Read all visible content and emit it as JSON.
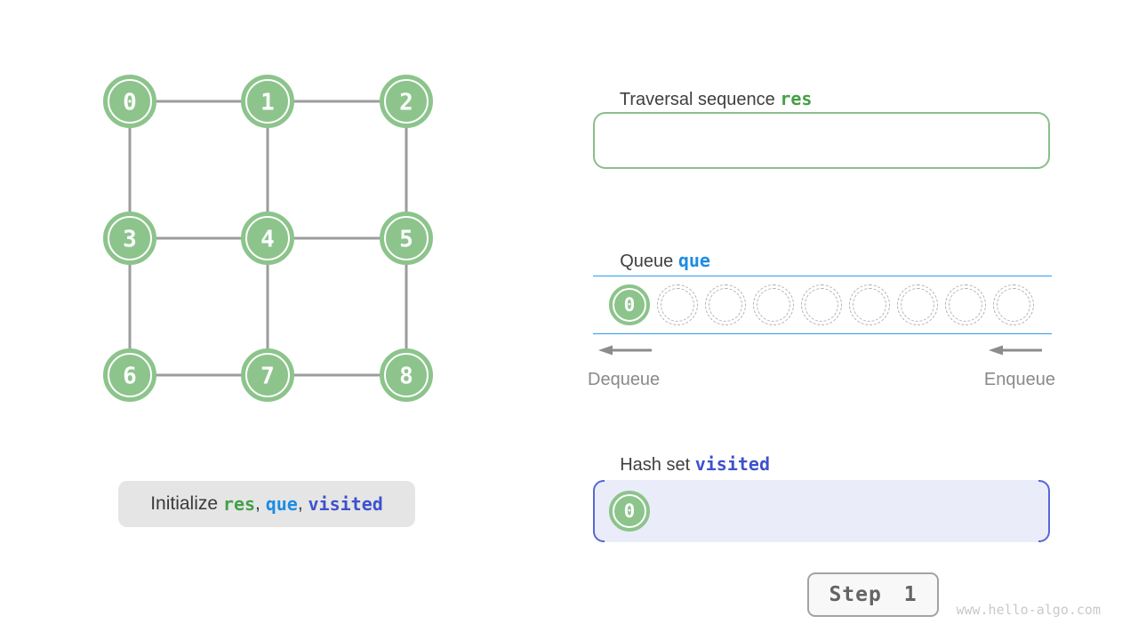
{
  "colors": {
    "node_green": "#8CC48C",
    "node_ring_white": "#FFFFFF",
    "edge_gray": "#9C9C9C",
    "code_green": "#43A047",
    "code_blue": "#1C8CE3",
    "code_indigo": "#3D52CE",
    "res_box_border": "#8BBE8B",
    "queue_line_blue": "#2D9CEA",
    "visited_bg": "#EAEDF9",
    "visited_border": "#5668D4",
    "caption_bg": "#E5E5E5",
    "muted_gray": "#8A8A8A"
  },
  "graph": {
    "grid": {
      "rows": 3,
      "cols": 3
    },
    "node_labels": [
      "0",
      "1",
      "2",
      "3",
      "4",
      "5",
      "6",
      "7",
      "8"
    ],
    "edges": [
      [
        0,
        1
      ],
      [
        1,
        2
      ],
      [
        3,
        4
      ],
      [
        4,
        5
      ],
      [
        6,
        7
      ],
      [
        7,
        8
      ],
      [
        0,
        3
      ],
      [
        3,
        6
      ],
      [
        1,
        4
      ],
      [
        4,
        7
      ],
      [
        2,
        5
      ],
      [
        5,
        8
      ]
    ]
  },
  "caption": {
    "prefix": "Initialize ",
    "separator": ", ",
    "tokens": [
      {
        "text": "res",
        "color_key": "green"
      },
      {
        "text": "que",
        "color_key": "blue"
      },
      {
        "text": "visited",
        "color_key": "indigo"
      }
    ]
  },
  "traversal": {
    "heading_prefix": "Traversal sequence ",
    "heading_code": "res",
    "items": []
  },
  "queue": {
    "heading_prefix": "Queue ",
    "heading_code": "que",
    "capacity": 9,
    "items": [
      "0"
    ],
    "dequeue_label": "Dequeue",
    "enqueue_label": "Enqueue"
  },
  "visited": {
    "heading_prefix": "Hash set ",
    "heading_code": "visited",
    "items": [
      "0"
    ]
  },
  "controls": {
    "step_button_label": "Step 1"
  },
  "watermark": "www.hello-algo.com"
}
